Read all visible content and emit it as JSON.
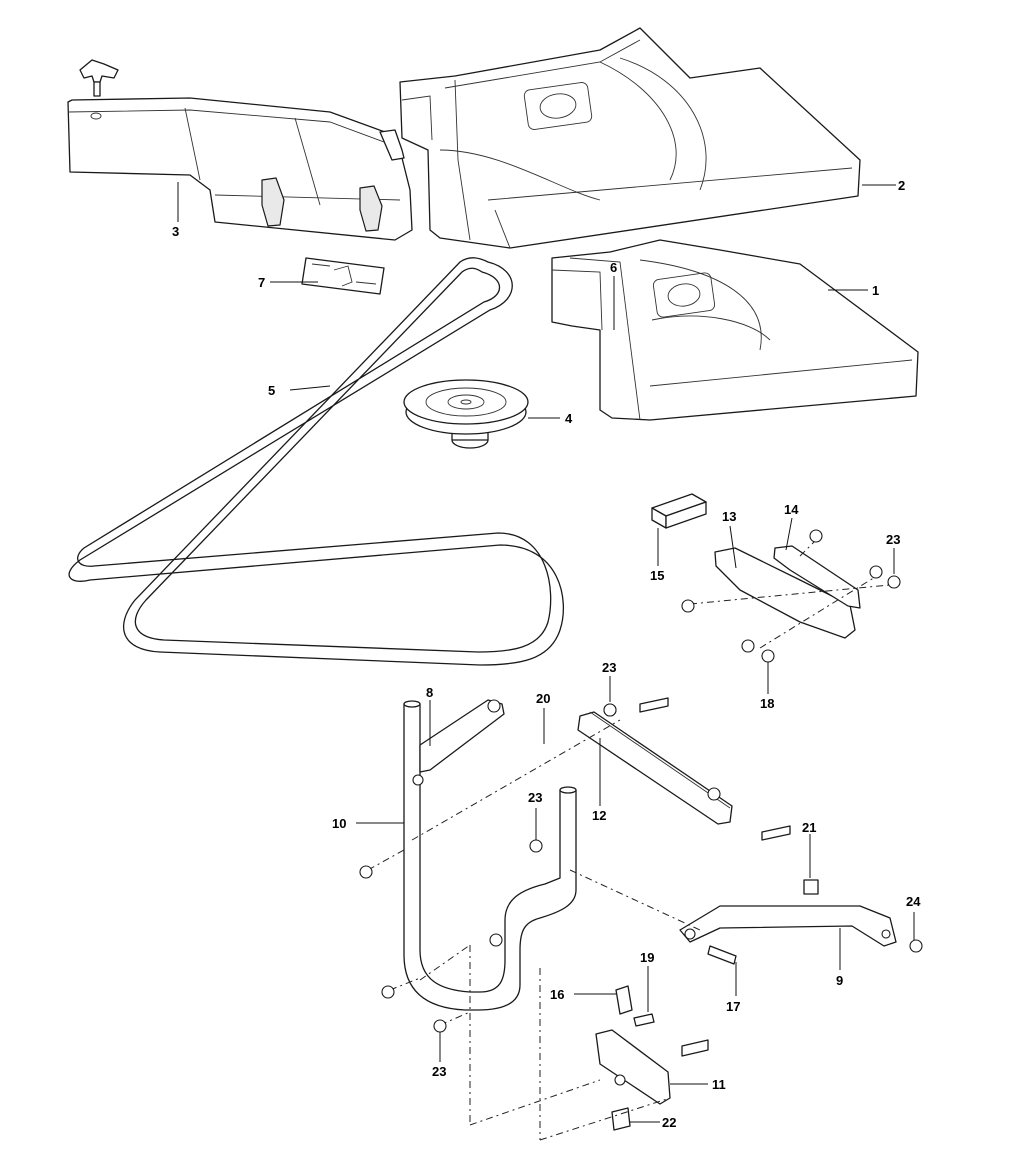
{
  "callouts": {
    "c1": "1",
    "c2": "2",
    "c3": "3",
    "c4": "4",
    "c5": "5",
    "c6": "6",
    "c7": "7",
    "c8": "8",
    "c9": "9",
    "c10": "10",
    "c11": "11",
    "c12": "12",
    "c13": "13",
    "c14": "14",
    "c15": "15",
    "c16": "16",
    "c17": "17",
    "c18": "18",
    "c19": "19",
    "c20": "20",
    "c21": "21",
    "c22": "22",
    "c23a": "23",
    "c23b": "23",
    "c23c": "23",
    "c23d": "23",
    "c24": "24"
  },
  "icons": {
    "knob": "knob-icon",
    "decal": "warning-decal-icon",
    "pulley": "pulley-icon"
  }
}
